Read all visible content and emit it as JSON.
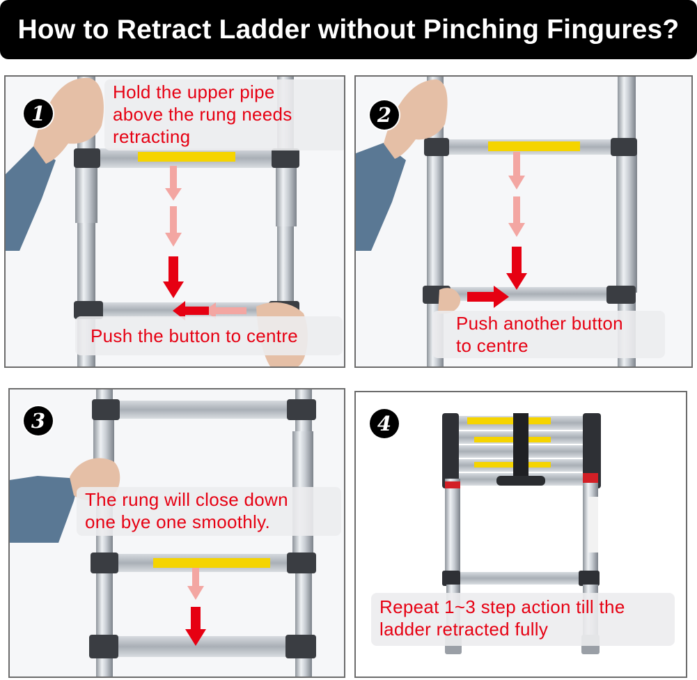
{
  "title": "How to Retract Ladder without Pinching Fingures?",
  "colors": {
    "caption_text": "#e60012",
    "arrow_light": "#f3a6a2",
    "arrow_dark": "#e60012",
    "badge_bg": "#000000",
    "sleeve_blue": "#5a7894",
    "rung_bracket": "#3a3d42",
    "warning_label": "#f5d400"
  },
  "steps": [
    {
      "number": "1",
      "caption_lines": [
        "Hold the upper pipe",
        "above the rung needs",
        "retracting"
      ],
      "caption2_lines": [
        "Push the button  to centre"
      ]
    },
    {
      "number": "2",
      "caption_lines": [
        "Push another button",
        "to centre"
      ]
    },
    {
      "number": "3",
      "caption_lines": [
        "The rung will close down",
        "one bye one smoothly."
      ]
    },
    {
      "number": "4",
      "caption_lines": [
        "Repeat 1~3 step action till the",
        "ladder retracted fully"
      ]
    }
  ],
  "icons": [
    "hand-icon",
    "arrow-down-icon",
    "arrow-left-icon",
    "arrow-right-icon"
  ]
}
